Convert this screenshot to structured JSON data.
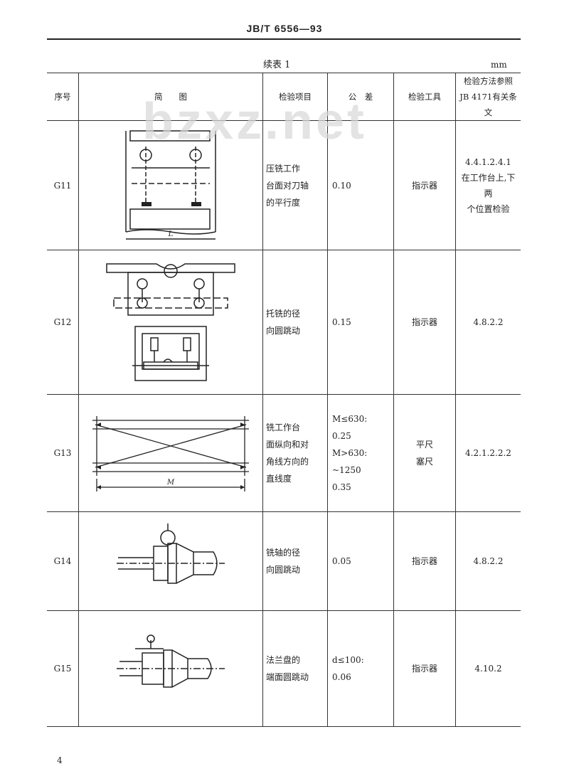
{
  "header": {
    "standard_number": "JB/T 6556—93"
  },
  "caption": "续表 1",
  "unit": "mm",
  "watermark": "bzxz.net",
  "columns": {
    "no": "序号",
    "figure": "简　　图",
    "item": "检验项目",
    "tolerance": "公　差",
    "tool": "检验工具",
    "ref": "检验方法参照\nJB 4171有关条文"
  },
  "rows": [
    {
      "no": "G11",
      "item": "压铣工作\n台面对刀轴\n的平行度",
      "tolerance": "0.10",
      "tool": "指示器",
      "ref": "4.4.1.2.4.1\n在工作台上,下两\n个位置检验",
      "fig_label": "L"
    },
    {
      "no": "G12",
      "item": "托铣的径\n向圆跳动",
      "tolerance": "0.15",
      "tool": "指示器",
      "ref": "4.8.2.2"
    },
    {
      "no": "G13",
      "item": "铣工作台\n面纵向和对\n角线方向的\n直线度",
      "tolerance": "M≤630:\n0.25\nM>630:\n~1250\n0.35",
      "tool": "平尺\n塞尺",
      "ref": "4.2.1.2.2.2",
      "fig_label": "M"
    },
    {
      "no": "G14",
      "item": "铣轴的径\n向圆跳动",
      "tolerance": "0.05",
      "tool": "指示器",
      "ref": "4.8.2.2"
    },
    {
      "no": "G15",
      "item": "法兰盘的\n端面圆跳动",
      "tolerance": "d≤100:\n0.06",
      "tool": "指示器",
      "ref": "4.10.2"
    }
  ],
  "page_number": "4"
}
